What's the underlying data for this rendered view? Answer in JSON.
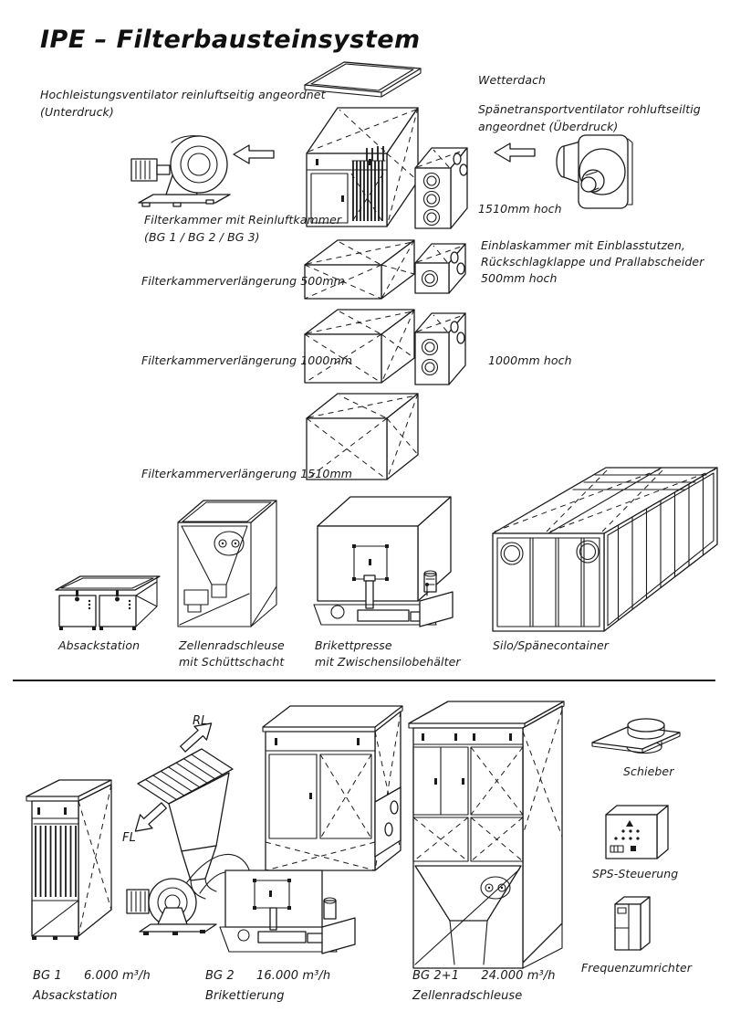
{
  "title": "IPE – Filterbausteinsystem",
  "colors": {
    "ink": "#1a1a1a",
    "paper": "#ffffff"
  },
  "top_section": {
    "clean_fan": {
      "line1": "Hochleistungsventilator reinluftseitig angeordnet",
      "line2": "(Unterdruck)"
    },
    "weather_roof": {
      "label": "Wetterdach"
    },
    "raw_fan": {
      "line1": "Spänetransportventilator rohluftseiltig",
      "line2": "angeordnet (Überdruck)",
      "height": "1510mm hoch"
    },
    "filter_chamber": {
      "line1": "Filterkammer mit Reinluftkammer",
      "line2": "(BG 1 / BG 2 / BG 3)"
    },
    "extension_500": {
      "label": "Filterkammerverlängerung 500mm"
    },
    "blowin_chamber": {
      "line1": "Einblaskammer mit Einblasstutzen,",
      "line2": "Rückschlagklappe und Prallabscheider",
      "line3": "500mm hoch",
      "height_1000": "1000mm hoch"
    },
    "extension_1000": {
      "label": "Filterkammerverlängerung 1000mm"
    },
    "extension_1510": {
      "label": "Filterkammerverlängerung 1510mm"
    },
    "bagging_station": {
      "label": "Absackstation"
    },
    "rotary_valve": {
      "line1": "Zellenradschleuse",
      "line2": "mit Schüttschacht"
    },
    "briquette_press": {
      "line1": "Brikettpresse",
      "line2": "mit Zwischensilobehälter"
    },
    "silo": {
      "label": "Silo/Spänecontainer"
    }
  },
  "bottom_section": {
    "duct_labels": {
      "rl": "RL",
      "fl": "FL"
    },
    "bg1": {
      "code": "BG 1",
      "capacity": "6.000 m³/h",
      "name": "Absackstation"
    },
    "bg2": {
      "code": "BG 2",
      "capacity": "16.000 m³/h",
      "name": "Brikettierung"
    },
    "bg2plus1": {
      "code": "BG 2+1",
      "capacity": "24.000 m³/h",
      "name": "Zellenradschleuse"
    },
    "slide_gate": {
      "label": "Schieber"
    },
    "plc": {
      "label": "SPS-Steuerung"
    },
    "frequency_converter": {
      "label": "Frequenzumrichter"
    }
  }
}
